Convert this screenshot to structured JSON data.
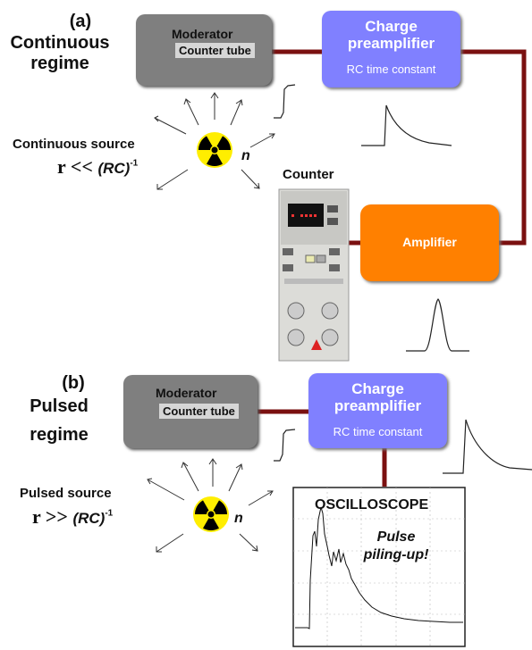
{
  "panel_a": {
    "tag": "(a)",
    "title_line1": "Continuous",
    "title_line2": "regime",
    "source_label": "Continuous source",
    "formula_r": "r",
    "formula_op": "<<",
    "formula_rc": "(RC)",
    "formula_exp": "-1",
    "moderator_label": "Moderator",
    "counter_tube_label": "Counter tube",
    "preamp_title_line1": "Charge",
    "preamp_title_line2": "preamplifier",
    "preamp_sub": "RC time constant",
    "counter_label": "Counter",
    "amplifier_label": "Amplifier",
    "neutron_label": "n"
  },
  "panel_b": {
    "tag": "(b)",
    "title_line1": "Pulsed",
    "title_line2": "regime",
    "source_label": "Pulsed source",
    "formula_r": "r",
    "formula_op": ">>",
    "formula_rc": "(RC)",
    "formula_exp": "-1",
    "moderator_label": "Moderator",
    "counter_tube_label": "Counter tube",
    "preamp_title_line1": "Charge",
    "preamp_title_line2": "preamplifier",
    "preamp_sub": "RC time constant",
    "neutron_label": "n",
    "oscilloscope_title": "OSCILLOSCOPE",
    "oscilloscope_note_line1": "Pulse",
    "oscilloscope_note_line2": "piling-up!"
  },
  "colors": {
    "wire": "#7a1010",
    "moderator": "#7f7f7f",
    "preamp": "#8080ff",
    "amplifier": "#ff8000",
    "radiation_yellow": "#ffee00"
  },
  "icons": [
    "radiation-icon",
    "counter-device-icon",
    "oscilloscope-trace-icon"
  ]
}
